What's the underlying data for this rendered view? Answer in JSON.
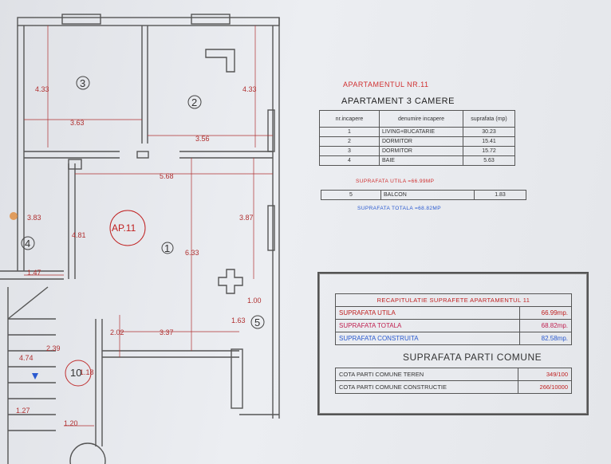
{
  "plan": {
    "dimensions": [
      "4.33",
      "4.33",
      "3.63",
      "3.56",
      "5.68",
      "3.83",
      "4.81",
      "6.33",
      "3.87",
      "1.47",
      "1.00",
      "1.63",
      "2.02",
      "3.37",
      "2.39",
      "1.18",
      "1.27",
      "1.20",
      "4.74"
    ],
    "room_numbers": [
      "3",
      "2",
      "1",
      "4",
      "5",
      "10"
    ],
    "apartment_label": "AP.11"
  },
  "header": {
    "apartment_title": "APARTAMENTUL NR.11",
    "rooms_title": "APARTAMENT 3 CAMERE"
  },
  "room_table": {
    "headers": [
      "nr.incapere",
      "denumire incapere",
      "suprafata (mp)"
    ],
    "rows": [
      {
        "nr": "1",
        "name": "LIVING+BUCATARIE",
        "area": "30.23"
      },
      {
        "nr": "2",
        "name": "DORMITOR",
        "area": "15.41"
      },
      {
        "nr": "3",
        "name": "DORMITOR",
        "area": "15.72"
      },
      {
        "nr": "4",
        "name": "BAIE",
        "area": "5.63"
      }
    ]
  },
  "suprafata_utila": "SUPRAFATA UTILA =66.99MP",
  "balcon": {
    "nr": "5",
    "name": "BALCON",
    "area": "1.83"
  },
  "suprafata_totala": "SUPRAFATA TOTALA =68.82MP",
  "recap": {
    "title": "RECAPITULATIE SUPRAFETE APARTAMENTUL 11",
    "rows": [
      {
        "label": "SUPRAFATA UTILA",
        "value": "66.99mp."
      },
      {
        "label": "SUPRAFATA TOTALA",
        "value": "68.82mp."
      },
      {
        "label": "SUPRAFATA CONSTRUITA",
        "value": "82.58mp."
      }
    ]
  },
  "parti_comune": {
    "title": "SUPRAFATA PARTI COMUNE",
    "rows": [
      {
        "label": "COTA PARTI COMUNE TEREN",
        "value": "349/100"
      },
      {
        "label": "COTA PARTI COMUNE CONSTRUCTIE",
        "value": "266/10000"
      }
    ]
  },
  "colors": {
    "red": "#c02020",
    "blue": "#2a5ad0",
    "wall": "#555555"
  }
}
